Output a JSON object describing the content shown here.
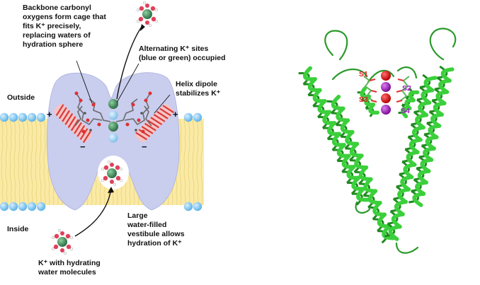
{
  "diagram": {
    "labels": {
      "backbone_l1": "Backbone carbonyl",
      "backbone_l2": "oxygens form cage that",
      "backbone_l3": "fits K⁺ precisely,",
      "backbone_l4": "replacing waters of",
      "backbone_l5": "hydration sphere",
      "sites_l1": "Alternating K⁺ sites",
      "sites_l2": "(blue or green) occupied",
      "dipole_l1": "Helix dipole",
      "dipole_l2": "stabilizes K⁺",
      "outside": "Outside",
      "inside": "Inside",
      "vestibule_l1": "Large",
      "vestibule_l2": "water-filled",
      "vestibule_l3": "vestibule allows",
      "vestibule_l4": "hydration of K⁺",
      "hydrating_l1": "K⁺ with hydrating",
      "hydrating_l2": "water molecules",
      "plus": "+",
      "minus": "−"
    },
    "structure_sites": {
      "s1": "S1",
      "s2": "S2",
      "s3": "S3",
      "s4": "S4"
    },
    "colors": {
      "channel": "#c9cdee",
      "lipid_head": "#7fc4ea",
      "lipid_tail": "#fbeaa5",
      "helix": "#e04b4b",
      "ion_green": "#3e8a5a",
      "ion_blue": "#9dcff0",
      "protein": "#3bbf3b",
      "site_red": "#e02020",
      "site_purple": "#a020c0"
    }
  }
}
